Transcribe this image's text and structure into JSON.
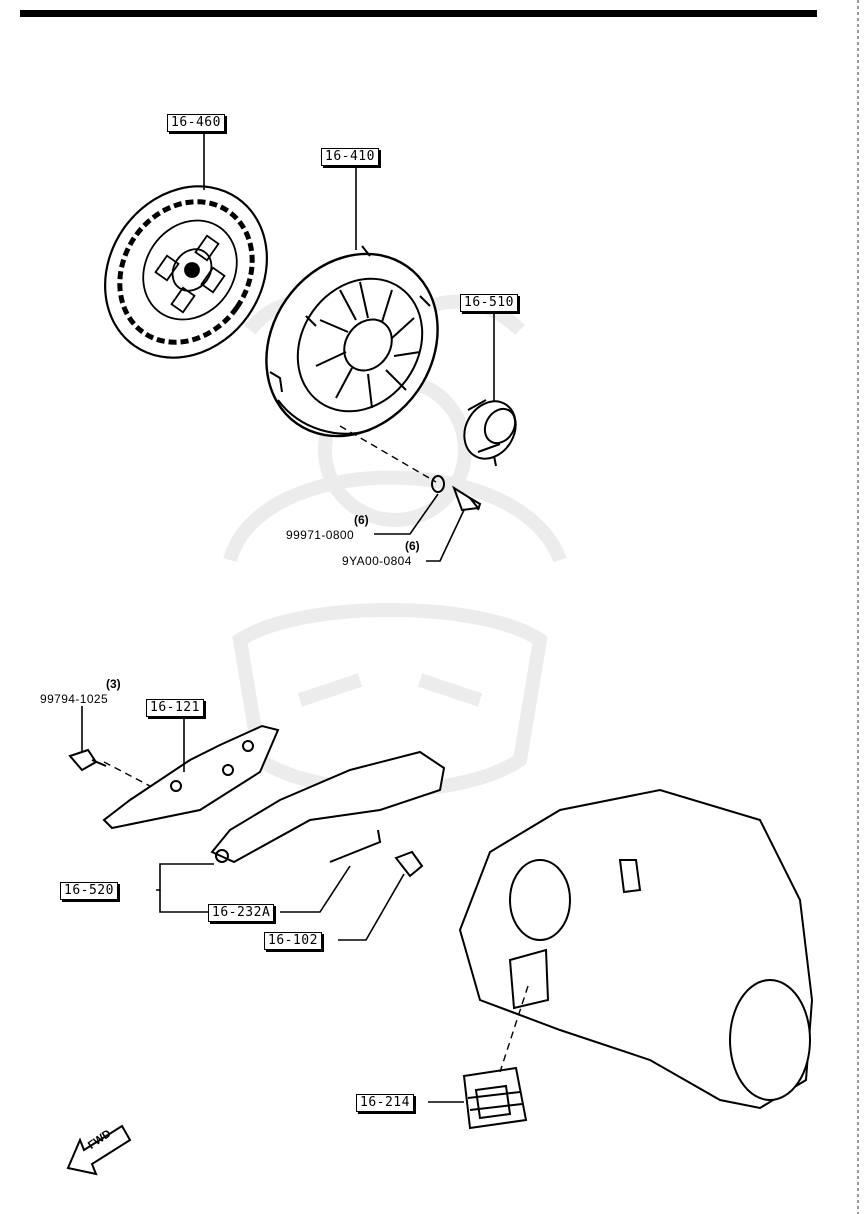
{
  "labels": {
    "clutch_disc": "16-460",
    "clutch_cover": "16-410",
    "release_bearing": "16-510",
    "fork_gasket": "16-121",
    "release_fork_assy": "16-520",
    "fork_spring": "16-232A",
    "pivot": "16-102",
    "boot": "16-214"
  },
  "parts": {
    "washer": {
      "qty": "(6)",
      "number": "99971-0800"
    },
    "cover_bolt": {
      "qty": "(6)",
      "number": "9YA00-0804"
    },
    "fork_bolt": {
      "qty": "(3)",
      "number": "99794-1025"
    }
  },
  "direction": {
    "text": "FWD"
  }
}
